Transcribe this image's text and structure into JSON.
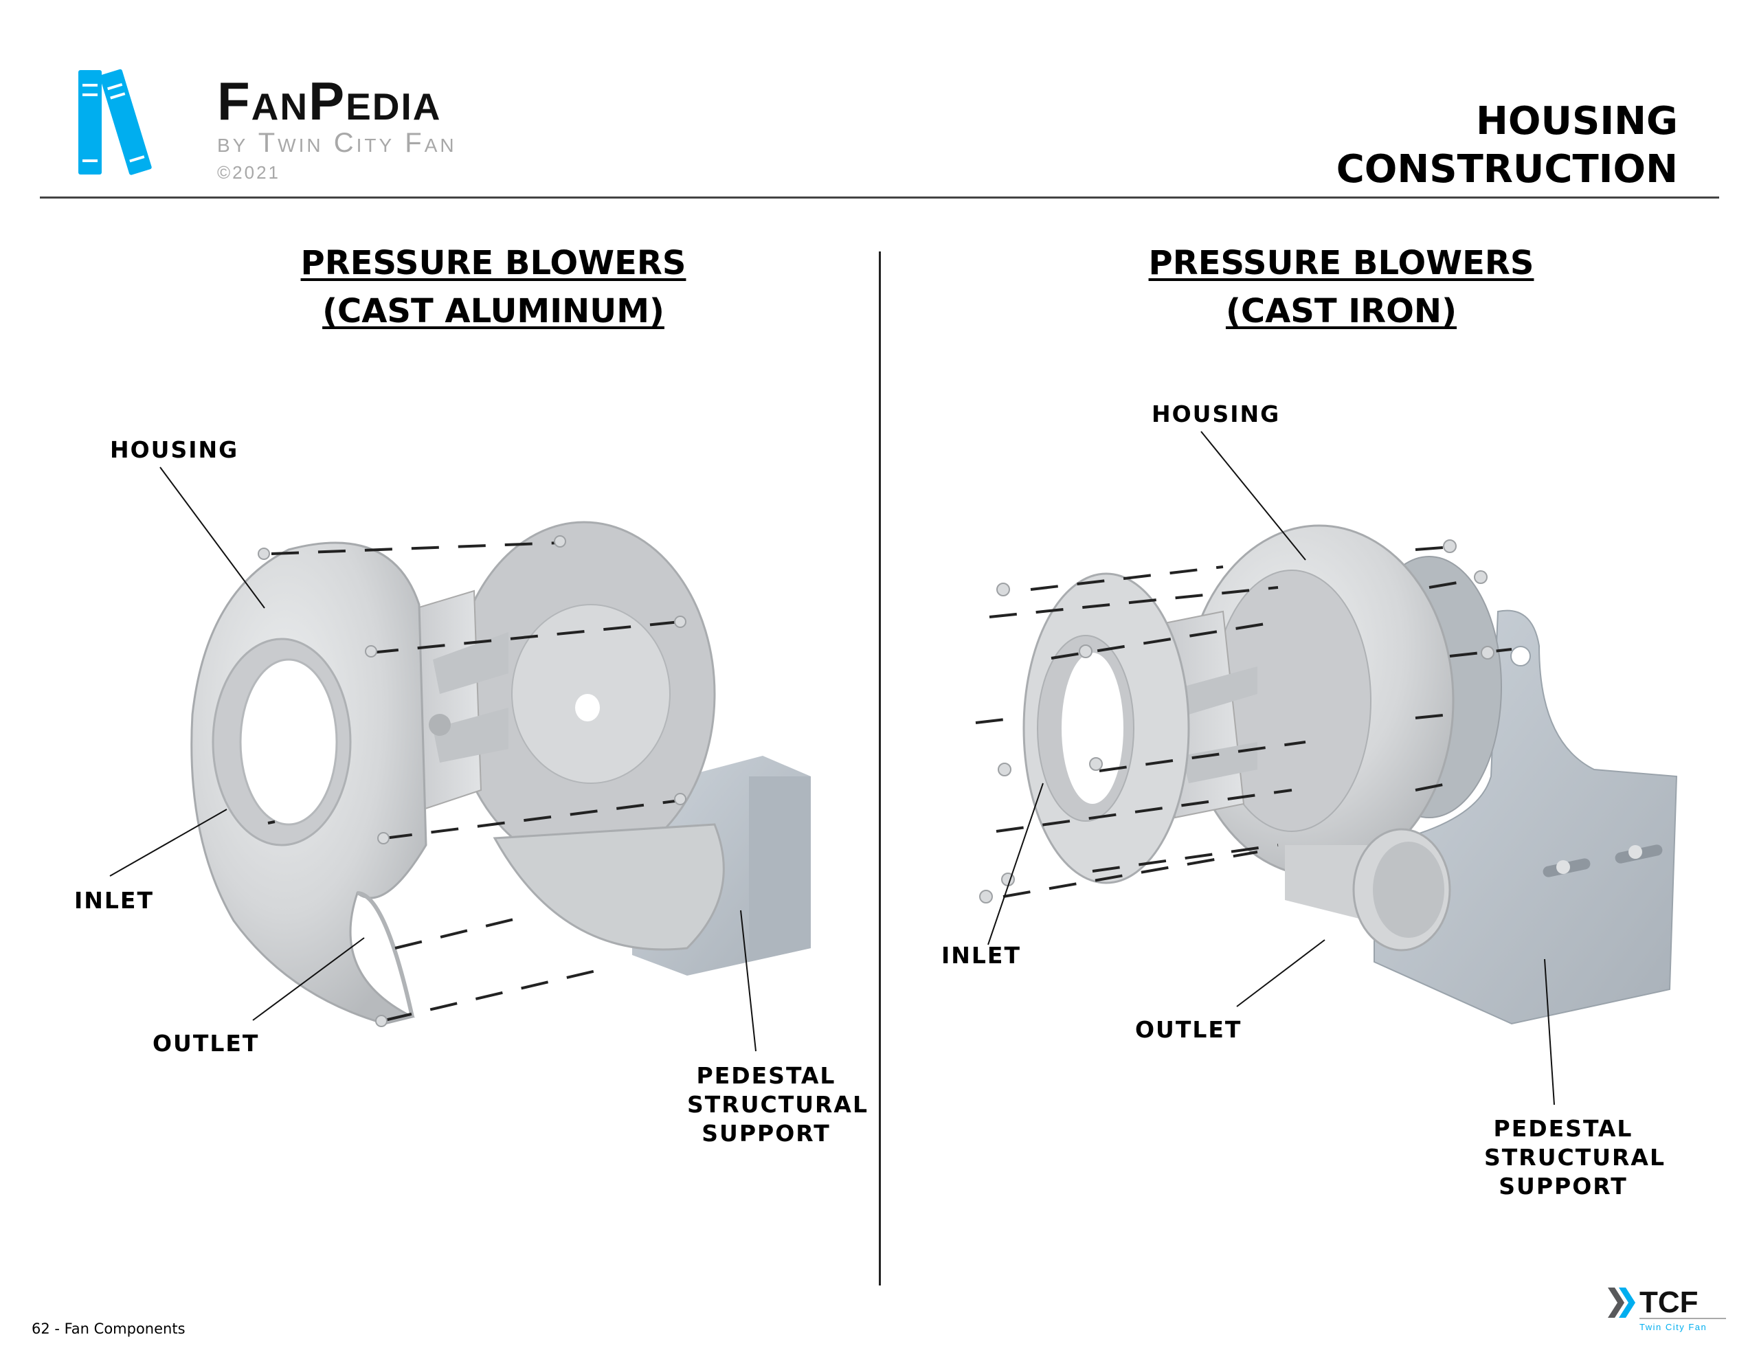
{
  "header": {
    "brand_name": "FanPedia",
    "brand_byline": "by Twin City Fan",
    "brand_copyright": "©2021",
    "page_title_line1": "HOUSING",
    "page_title_line2": "CONSTRUCTION"
  },
  "colors": {
    "brand_blue": "#00aeef",
    "logo_gray": "#a8a8a8",
    "tcf_dark_gray": "#58595b",
    "cast_part": "#d4d6d8",
    "pedestal": "#b9c0c8"
  },
  "sections": [
    {
      "title_line1": "PRESSURE BLOWERS",
      "title_line2": "(CAST ALUMINUM)",
      "labels": {
        "housing": "HOUSING",
        "inlet": "INLET",
        "outlet": "OUTLET",
        "pedestal_line1": "PEDESTAL",
        "pedestal_line2": "STRUCTURAL",
        "pedestal_line3": "SUPPORT"
      }
    },
    {
      "title_line1": "PRESSURE BLOWERS",
      "title_line2": "(CAST IRON)",
      "labels": {
        "housing": "HOUSING",
        "inlet": "INLET",
        "outlet": "OUTLET",
        "pedestal_line1": "PEDESTAL",
        "pedestal_line2": "STRUCTURAL",
        "pedestal_line3": "SUPPORT"
      }
    }
  ],
  "footer": {
    "page_label": "62 - Fan Components",
    "tcf_logo_text": "TCF",
    "tcf_logo_sub": "Twin City Fan"
  }
}
